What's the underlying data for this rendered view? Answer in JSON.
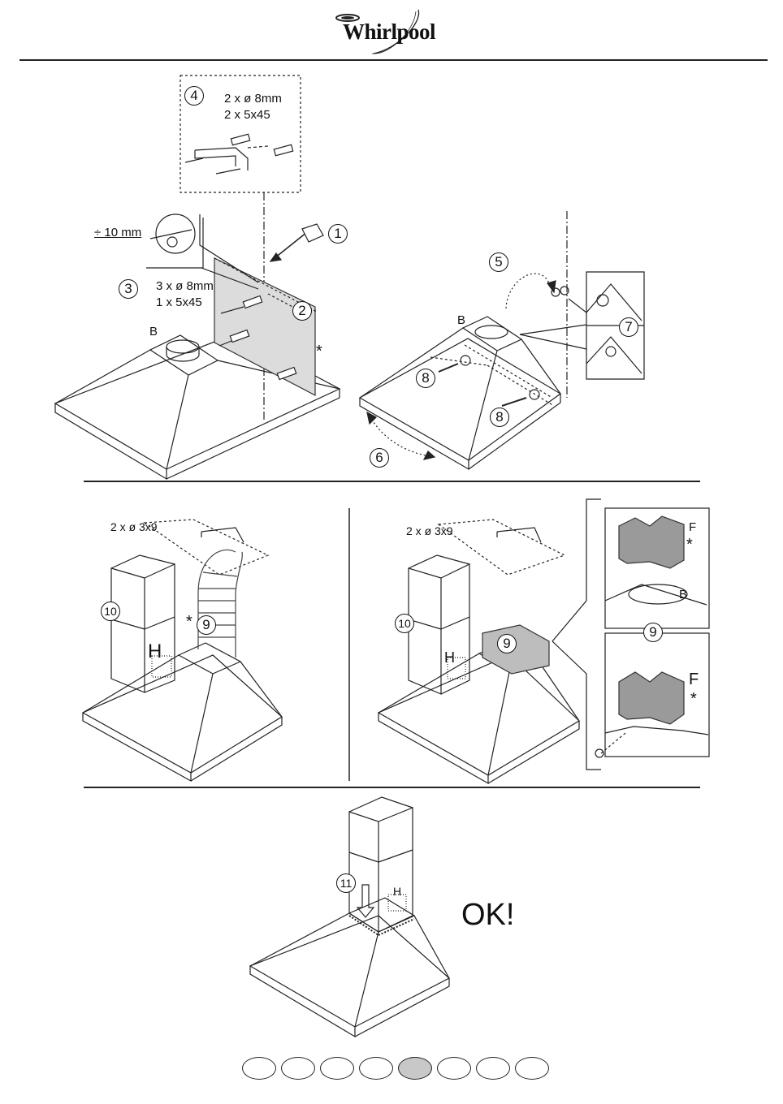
{
  "header": {
    "brand": "Whirlpool"
  },
  "step_labels": [
    "1",
    "2",
    "3",
    "4",
    "5",
    "6",
    "7",
    "8",
    "8",
    "10",
    "9",
    "10",
    "9",
    "9",
    "11"
  ],
  "specs": {
    "step4_line1": "2 x ø 8mm",
    "step4_line2": "2 x 5x45",
    "step3_line1": "3 x ø 8mm",
    "step3_line2": "1 x 5x45",
    "gap": "÷ 10 mm",
    "screws_left": "2 x ø 3x9",
    "screws_right": "2 x ø 3x9"
  },
  "letters": {
    "b1": "B",
    "b2": "B",
    "b3": "B",
    "h1": "H",
    "h2": "H",
    "h3": "H",
    "f1": "F",
    "f2": "F",
    "star": "*"
  },
  "final": {
    "ok_text": "OK!"
  },
  "pager": {
    "count": 8,
    "active_index": 4,
    "active_color": "#c8c8c8"
  }
}
